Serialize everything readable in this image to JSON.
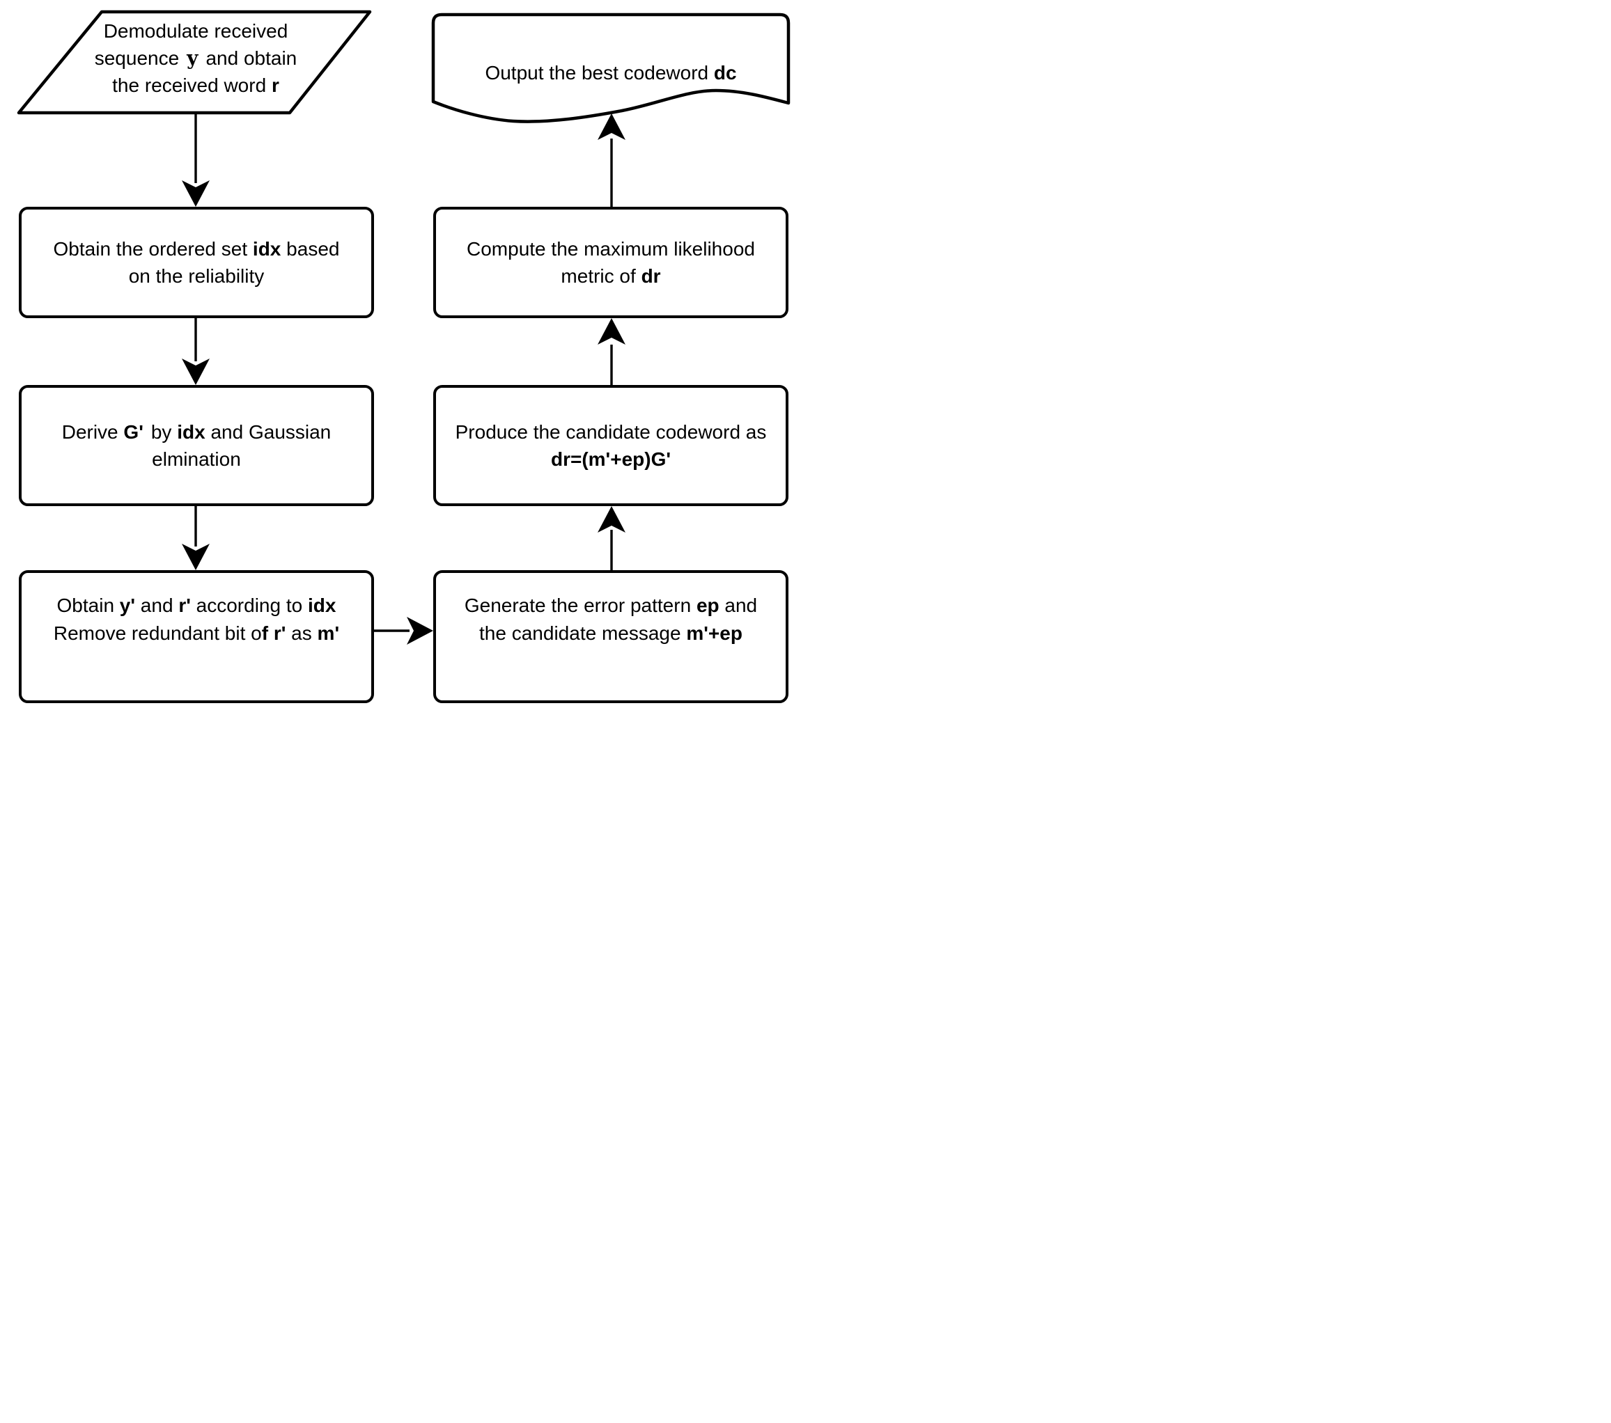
{
  "colors": {
    "background": "#ffffff",
    "stroke": "#000000",
    "text": "#000000"
  },
  "nodes": {
    "demodulate": {
      "shape": "parallelogram",
      "lines": [
        [
          {
            "t": "Demodulate received"
          }
        ],
        [
          {
            "t": "sequence"
          },
          {
            "t": "y",
            "b": true,
            "serif": true
          },
          {
            "t": "and obtain"
          }
        ],
        [
          {
            "t": "the received word "
          },
          {
            "t": "r",
            "b": true
          }
        ]
      ]
    },
    "ordered_set": {
      "shape": "rect",
      "lines": [
        [
          {
            "t": "Obtain the ordered set "
          },
          {
            "t": "idx",
            "b": true
          },
          {
            "t": " based"
          }
        ],
        [
          {
            "t": "on the reliability"
          }
        ]
      ]
    },
    "derive": {
      "shape": "rect",
      "lines": [
        [
          {
            "t": "Derive "
          },
          {
            "t": "G'",
            "b": true
          },
          {
            "t": "by "
          },
          {
            "t": "idx",
            "b": true
          },
          {
            "t": " and Gaussian"
          }
        ],
        [
          {
            "t": "elmination"
          }
        ]
      ]
    },
    "obtain": {
      "shape": "rect",
      "lines": [
        [
          {
            "t": "Obtain "
          },
          {
            "t": "y'",
            "b": true
          },
          {
            "t": " and "
          },
          {
            "t": "r'",
            "b": true
          },
          {
            "t": " according to "
          },
          {
            "t": "idx",
            "b": true
          }
        ],
        [
          {
            "t": "Remove redundant bit o"
          },
          {
            "t": "f r'",
            "b": true
          },
          {
            "t": " as "
          },
          {
            "t": "m'",
            "b": true
          }
        ]
      ]
    },
    "generate": {
      "shape": "rect",
      "lines": [
        [
          {
            "t": "Generate the error pattern "
          },
          {
            "t": "ep",
            "b": true
          },
          {
            "t": " and"
          }
        ],
        [
          {
            "t": "the candidate message "
          },
          {
            "t": "m'+ep",
            "b": true
          }
        ]
      ]
    },
    "produce": {
      "shape": "rect",
      "lines": [
        [
          {
            "t": "Produce the candidate codeword as"
          }
        ],
        [
          {
            "t": "dr=(m'+ep)G'",
            "b": true
          }
        ]
      ]
    },
    "compute": {
      "shape": "rect",
      "lines": [
        [
          {
            "t": "Compute the maximum likelihood"
          }
        ],
        [
          {
            "t": "metric of "
          },
          {
            "t": "dr",
            "b": true
          }
        ]
      ]
    },
    "output": {
      "shape": "document",
      "lines": [
        [
          {
            "t": "Output the best codeword "
          },
          {
            "t": "dc",
            "b": true
          }
        ]
      ]
    }
  },
  "edges": [
    {
      "from": "demodulate",
      "to": "ordered_set",
      "dir": "down"
    },
    {
      "from": "ordered_set",
      "to": "derive",
      "dir": "down"
    },
    {
      "from": "derive",
      "to": "obtain",
      "dir": "down"
    },
    {
      "from": "obtain",
      "to": "generate",
      "dir": "right"
    },
    {
      "from": "generate",
      "to": "produce",
      "dir": "up"
    },
    {
      "from": "produce",
      "to": "compute",
      "dir": "up"
    },
    {
      "from": "compute",
      "to": "output",
      "dir": "up"
    }
  ]
}
